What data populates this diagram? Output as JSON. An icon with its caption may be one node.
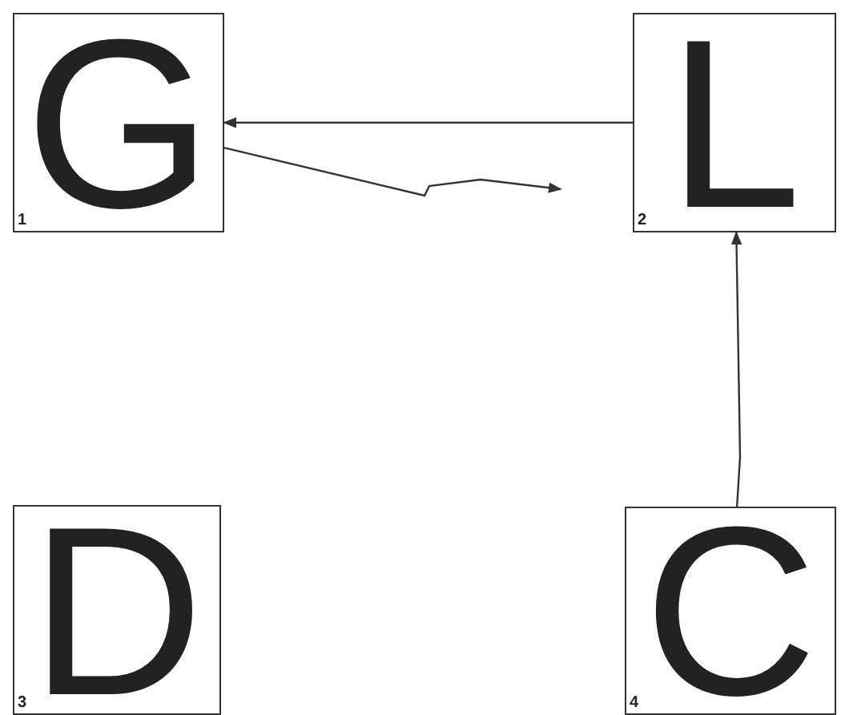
{
  "diagram": {
    "nodes": [
      {
        "text": [
          "G",
          "1"
        ]
      },
      {
        "text": [
          "L",
          "2"
        ]
      },
      {
        "text": [
          "D",
          "3"
        ]
      },
      {
        "text": [
          "C",
          "4"
        ]
      }
    ],
    "edges": [
      {
        "from": 1,
        "to": 0,
        "arrow": "to"
      },
      {
        "from": 0,
        "to": null,
        "arrow": "to"
      },
      {
        "from": 3,
        "to": 1,
        "arrow": "to"
      }
    ]
  }
}
